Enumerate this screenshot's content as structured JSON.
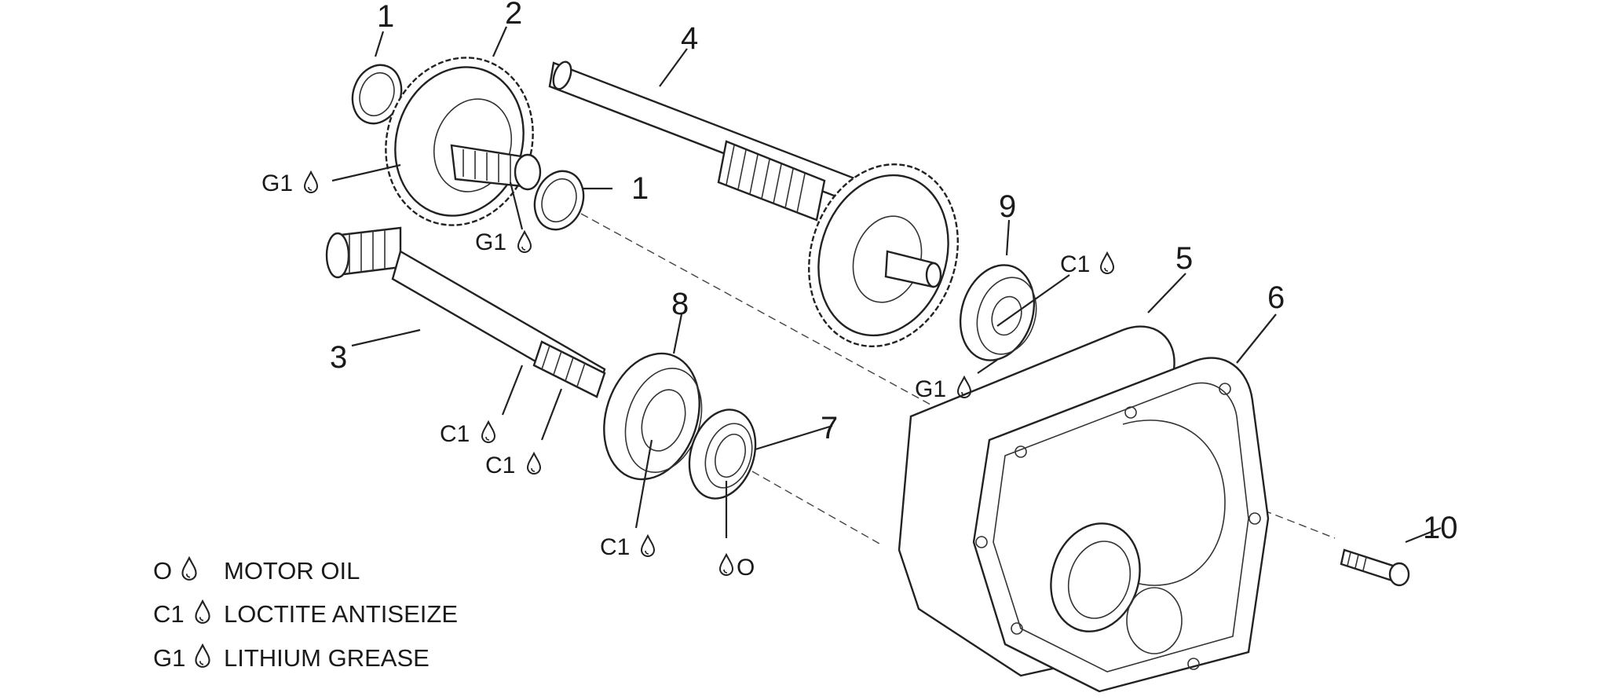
{
  "callouts": {
    "n1a": "1",
    "n2": "2",
    "n4": "4",
    "n1b": "1",
    "n9": "9",
    "n5": "5",
    "n6": "6",
    "n3": "3",
    "n8": "8",
    "n7": "7",
    "n10": "10"
  },
  "tags": {
    "g1a": "G1",
    "g1b": "G1",
    "c1a": "C1",
    "g1c": "G1",
    "c1b": "C1",
    "c1c": "C1",
    "c1d": "C1",
    "o": "O"
  },
  "legend": [
    {
      "code": "O",
      "label": "MOTOR OIL"
    },
    {
      "code": "C1",
      "label": "LOCTITE ANTISEIZE"
    },
    {
      "code": "G1",
      "label": "LITHIUM GREASE"
    }
  ],
  "icons": [
    "drop-icon"
  ],
  "colors": {
    "ink": "#222222",
    "background": "#ffffff"
  }
}
